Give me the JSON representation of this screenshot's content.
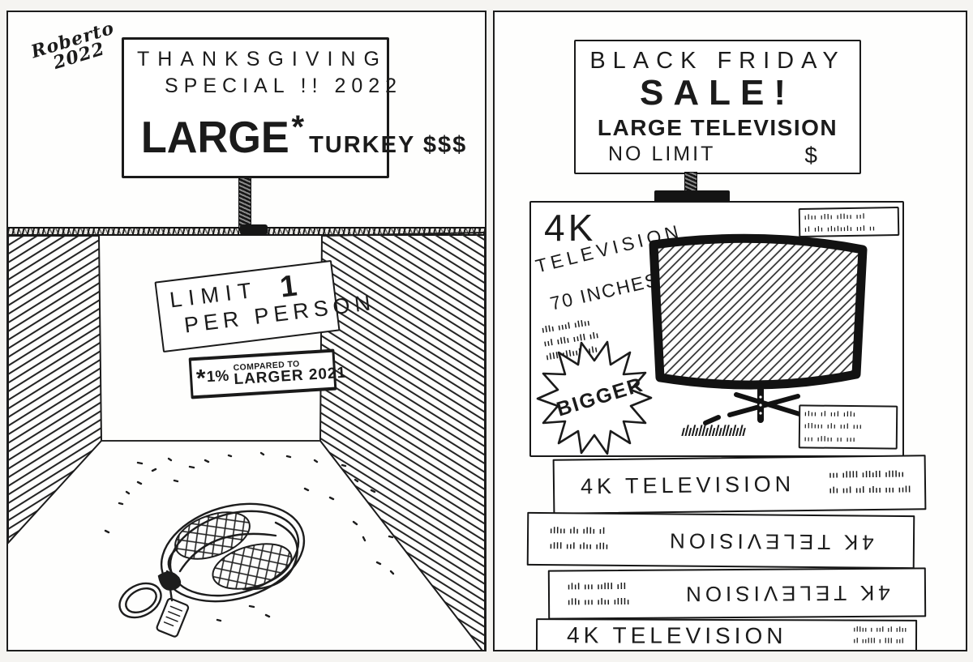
{
  "signature": {
    "line1": "Roberto",
    "line2": "2022"
  },
  "left_panel": {
    "headline_sign": {
      "line1": "THANKSGIVING",
      "line2": "SPECIAL !! 2022",
      "product": "LARGE",
      "asterisk": "*",
      "tail": "TURKEY $$$"
    },
    "limit_sign": {
      "word1": "LIMIT",
      "number": "1",
      "word2": "PER PERSON"
    },
    "footnote_sign": {
      "mark": "*",
      "lead": "1%",
      "top_small": "COMPARED TO",
      "main": "LARGER 2021"
    }
  },
  "right_panel": {
    "headline_sign": {
      "line1": "BLACK FRIDAY",
      "line2": "SALE!",
      "line3": "LARGE TELEVISION",
      "line4_left": "NO LIMIT",
      "line4_right": "$"
    },
    "big_box": {
      "spec1": "4K",
      "spec2": "TELEVISION",
      "spec3": "70 INCHES",
      "fine_print": [
        "ıllı ıııl ıllıı",
        "ııl ıllı ııll ılı",
        "ılll ıllııl ıılı"
      ],
      "burst_label": "BIGGER",
      "top_label_lines": [
        "ılıı ıllı ıllıı ııl",
        "ıl ılı ılılıılı ııl ıı"
      ],
      "bottom_label_lines": [
        "ılıı ıl ııl ıllı",
        "ıllııı ılı ııl ııı",
        "ııı ıllıı ıı ııı"
      ],
      "barcode": "ılılıllılılıllılılı"
    },
    "stacked_boxes": [
      {
        "label": "4K TELEVISION",
        "scribbles": [
          "ııı ıllll ıllıll ılllıı",
          "ılı ııl ııl ılıı ııı ııll"
        ]
      },
      {
        "label": "4K TELEVISION",
        "scribbles": [
          "ıllıı ılı ıllı ıl",
          "ılll ııl ılıı ıllı"
        ]
      },
      {
        "label": "4K TELEVISION",
        "scribbles": [
          "ılıl ııı ıılll ıll",
          "ıllı ııı ılıı ılllı"
        ]
      },
      {
        "label": "4K TELEVISION",
        "scribbles": [
          "ıllıı ı ııl ıl ılıı",
          "ıl ıılll ı lll ııl"
        ]
      }
    ]
  }
}
